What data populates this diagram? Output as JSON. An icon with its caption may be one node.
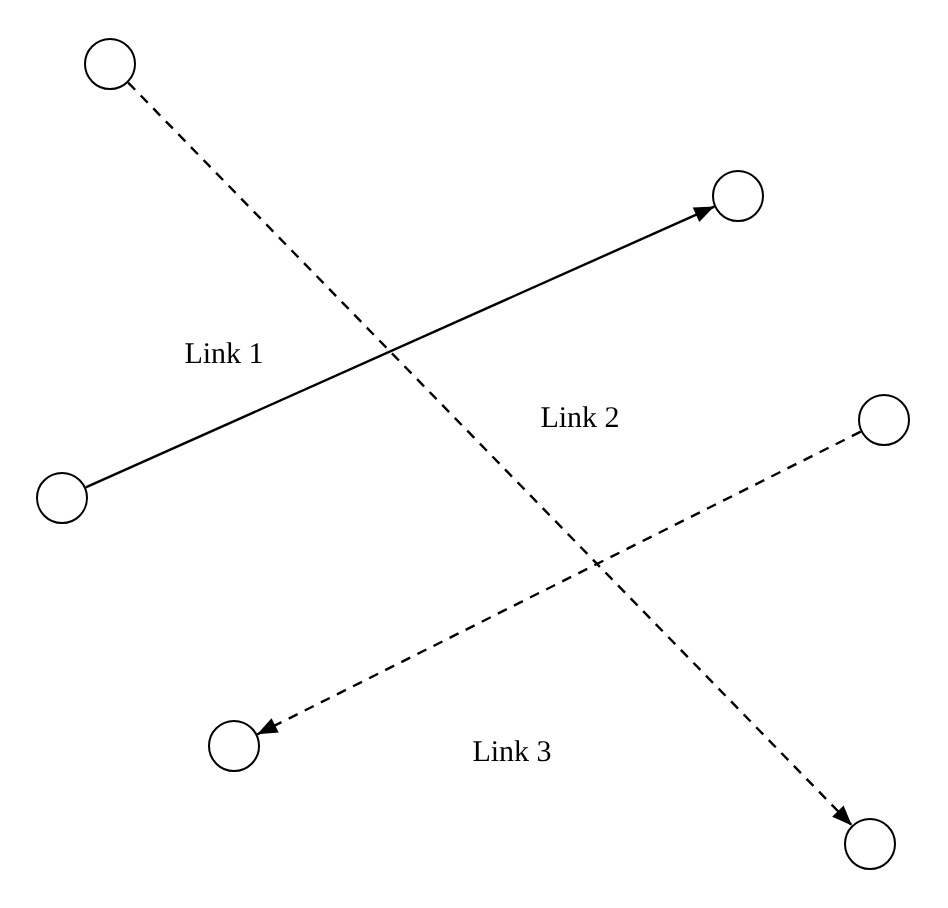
{
  "diagram": {
    "nodes": [
      {
        "text": [],
        "shape": "circle"
      },
      {
        "text": [],
        "shape": "circle"
      },
      {
        "text": [],
        "shape": "circle"
      },
      {
        "text": [],
        "shape": "circle"
      },
      {
        "text": [],
        "shape": "circle"
      },
      {
        "text": [],
        "shape": "circle"
      }
    ],
    "edges": [
      {
        "from": 2,
        "to": 1,
        "arrow": "to"
      },
      {
        "from": 0,
        "to": 5,
        "arrow": "to",
        "style": "dashed"
      },
      {
        "from": 3,
        "to": 4,
        "arrow": "to",
        "style": "dashed"
      }
    ],
    "labels": [
      "Link 1",
      "Link 2",
      "Link 3"
    ]
  }
}
